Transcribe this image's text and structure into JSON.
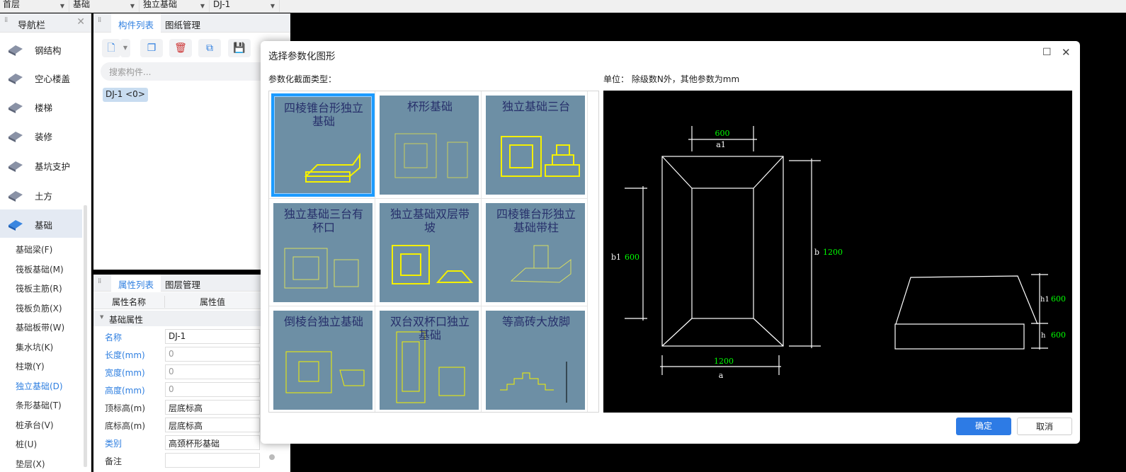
{
  "topbar": {
    "floor": "首层",
    "category": "基础",
    "type": "独立基础",
    "component": "DJ-1"
  },
  "nav": {
    "title": "导航栏",
    "items": [
      {
        "label": "钢结构",
        "icon": "steel-beam-icon"
      },
      {
        "label": "空心楼盖",
        "icon": "hollow-slab-icon"
      },
      {
        "label": "楼梯",
        "icon": "stairs-icon"
      },
      {
        "label": "装修",
        "icon": "decoration-icon"
      },
      {
        "label": "基坑支护",
        "icon": "pit-support-icon"
      },
      {
        "label": "土方",
        "icon": "earthwork-icon"
      },
      {
        "label": "基础",
        "icon": "foundation-icon"
      }
    ],
    "subitems": [
      "基础梁(F)",
      "筏板基础(M)",
      "筏板主筋(R)",
      "筏板负筋(X)",
      "基础板带(W)",
      "集水坑(K)",
      "柱墩(Y)",
      "独立基础(D)",
      "条形基础(T)",
      "桩承台(V)",
      "桩(U)",
      "垫层(X)"
    ],
    "selected_sub": "独立基础(D)"
  },
  "component_panel": {
    "tabs": [
      "构件列表",
      "图纸管理"
    ],
    "search_placeholder": "搜索构件...",
    "items": [
      "DJ-1 <0>"
    ]
  },
  "props_panel": {
    "tabs": [
      "属性列表",
      "图层管理"
    ],
    "col_name": "属性名称",
    "col_value": "属性值",
    "group": "基础属性",
    "rows": [
      {
        "name": "名称",
        "value": "DJ-1",
        "blue": true
      },
      {
        "name": "长度(mm)",
        "value": "0",
        "blue": true,
        "gray": true
      },
      {
        "name": "宽度(mm)",
        "value": "0",
        "blue": true,
        "gray": true
      },
      {
        "name": "高度(mm)",
        "value": "0",
        "blue": true,
        "gray": true
      },
      {
        "name": "顶标高(m)",
        "value": "层底标高"
      },
      {
        "name": "底标高(m)",
        "value": "层底标高"
      },
      {
        "name": "类别",
        "value": "高颈杯形基础",
        "blue": true
      },
      {
        "name": "备注",
        "value": ""
      }
    ]
  },
  "dialog": {
    "title": "选择参数化图形",
    "section_label": "参数化截面类型：",
    "unit_label": "单位：   除级数N外，其他参数为mm",
    "ok": "确定",
    "cancel": "取消",
    "shapes": [
      "四棱锥台形独立基础",
      "杯形基础",
      "独立基础三台",
      "独立基础三台有杯口",
      "独立基础双层带坡",
      "四棱锥台形独立基础带柱",
      "倒棱台独立基础",
      "双台双杯口独立基础",
      "等高砖大放脚"
    ],
    "selected_shape": 0,
    "preview": {
      "a1_value": "600",
      "a1_label": "a1",
      "b1_label": "b1",
      "b1_value": "600",
      "b_label": "b",
      "b_value": "1200",
      "a_value": "1200",
      "a_label": "a",
      "h1_label": "h1",
      "h1_value": "600",
      "h_label": "h",
      "h_value": "600"
    }
  },
  "colors": {
    "accent": "#2f7fe0",
    "tile_bg": "#6d8fa5",
    "dim_green": "#00ff00",
    "ok_button": "#2d7be5"
  }
}
